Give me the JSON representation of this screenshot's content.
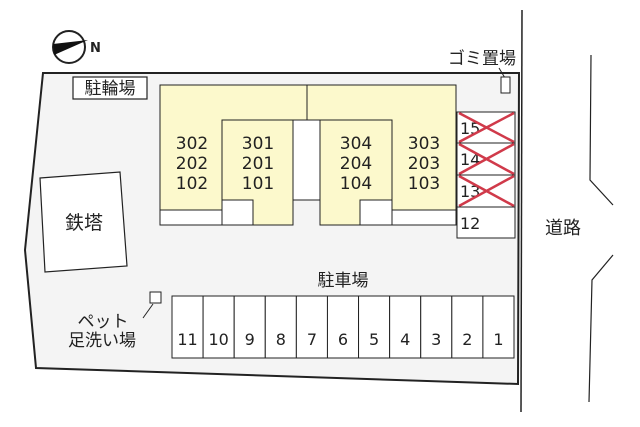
{
  "compass": {
    "north_label": "N",
    "icon": "north-arrow-icon"
  },
  "labels": {
    "bicycle_parking": "駐輪場",
    "garbage_area": "ゴミ置場",
    "steel_tower": "鉄塔",
    "parking": "駐車場",
    "pet_wash_line1": "ペット",
    "pet_wash_line2": "足洗い場",
    "road": "道路"
  },
  "units": [
    {
      "column": [
        "302",
        "202",
        "102"
      ]
    },
    {
      "column": [
        "301",
        "201",
        "101"
      ]
    },
    {
      "column": [
        "304",
        "204",
        "104"
      ]
    },
    {
      "column": [
        "303",
        "203",
        "103"
      ]
    }
  ],
  "side_parking": [
    {
      "number": "15",
      "unavailable": true
    },
    {
      "number": "14",
      "unavailable": true
    },
    {
      "number": "13",
      "unavailable": true
    },
    {
      "number": "12",
      "unavailable": false
    }
  ],
  "bottom_parking": [
    "11",
    "10",
    "9",
    "8",
    "7",
    "6",
    "5",
    "4",
    "3",
    "2",
    "1"
  ],
  "colors": {
    "building": "#fcf9cc",
    "lot": "#f4f4f4",
    "cross": "#d03a4a",
    "line": "#222222"
  }
}
